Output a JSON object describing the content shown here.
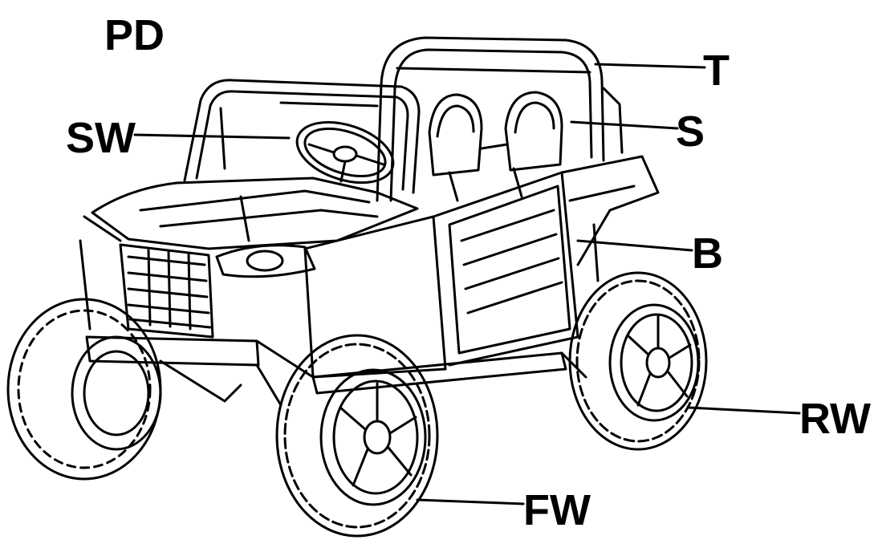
{
  "labels": {
    "pd": "PD",
    "t": "T",
    "sw": "SW",
    "s": "S",
    "b": "B",
    "rw": "RW",
    "fw": "FW"
  }
}
